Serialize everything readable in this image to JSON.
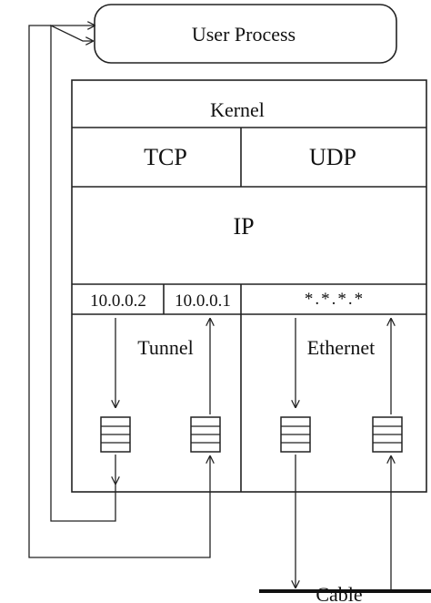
{
  "user_process": "User Process",
  "kernel": {
    "title": "Kernel",
    "tcp": "TCP",
    "udp": "UDP",
    "ip": "IP"
  },
  "interfaces": {
    "addr_tunnel_out": "10.0.0.2",
    "addr_tunnel_in": "10.0.0.1",
    "addr_ethernet": "*.*.*.*"
  },
  "tunnel_label": "Tunnel",
  "ethernet_label": "Ethernet",
  "cable_label": "Cable"
}
